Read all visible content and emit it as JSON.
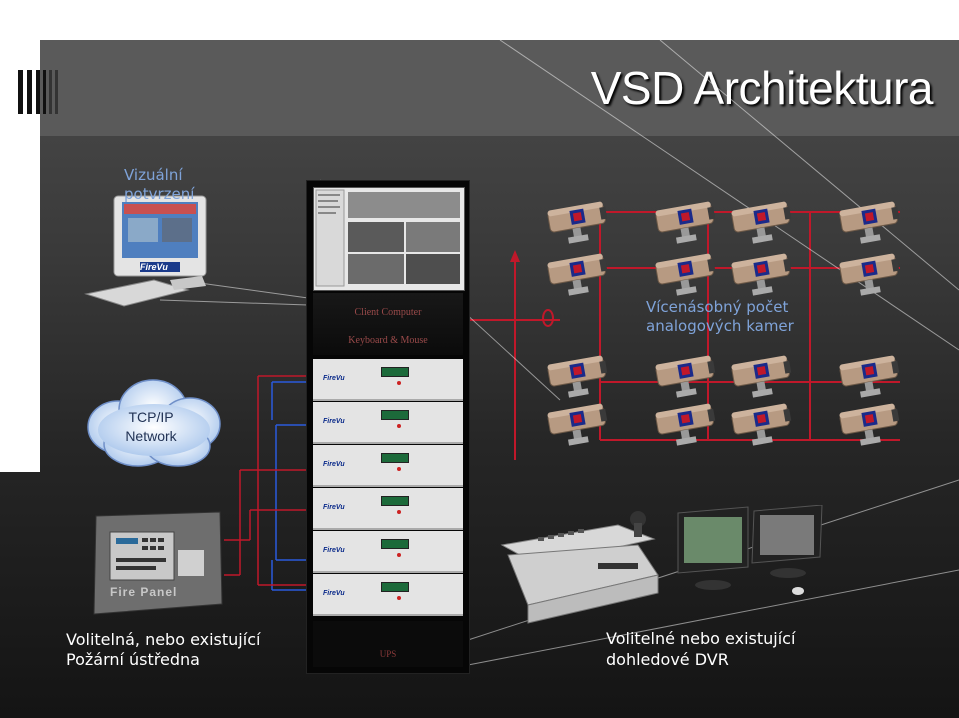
{
  "title": "VSD Architektura",
  "labels": {
    "confirm": [
      "Vizuální",
      "potvrzení"
    ],
    "cameras": [
      "Vícenásobný počet",
      "analogových kamer"
    ],
    "network": [
      "TCP/IP",
      "Network"
    ],
    "fire_panel": [
      "Volitelná, nebo existující",
      "Požární ústředna"
    ],
    "dvr": [
      "Volitelné nebo existující",
      "dohledové DVR"
    ]
  },
  "devices": {
    "monitor_brand": "FireVu",
    "rack_client": [
      "Client Computer",
      "Keyboard & Mouse"
    ],
    "rack_unit_brand": "FireVu",
    "rack_ups": "UPS",
    "fire_panel_plate": "Fire Panel"
  },
  "colors": {
    "link_red": "#c0182a",
    "link_blue": "#2a5adc",
    "label_blue": "#7fa3d9",
    "camera_housing": "#b79a82"
  }
}
